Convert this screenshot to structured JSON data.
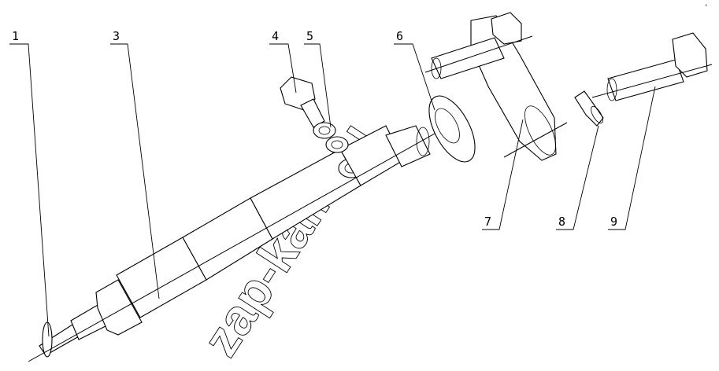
{
  "callouts": [
    "1",
    "3",
    "4",
    "5",
    "6",
    "7",
    "8",
    "9"
  ],
  "watermark": "zap-kam.ru",
  "corner_mark": "ℹ"
}
